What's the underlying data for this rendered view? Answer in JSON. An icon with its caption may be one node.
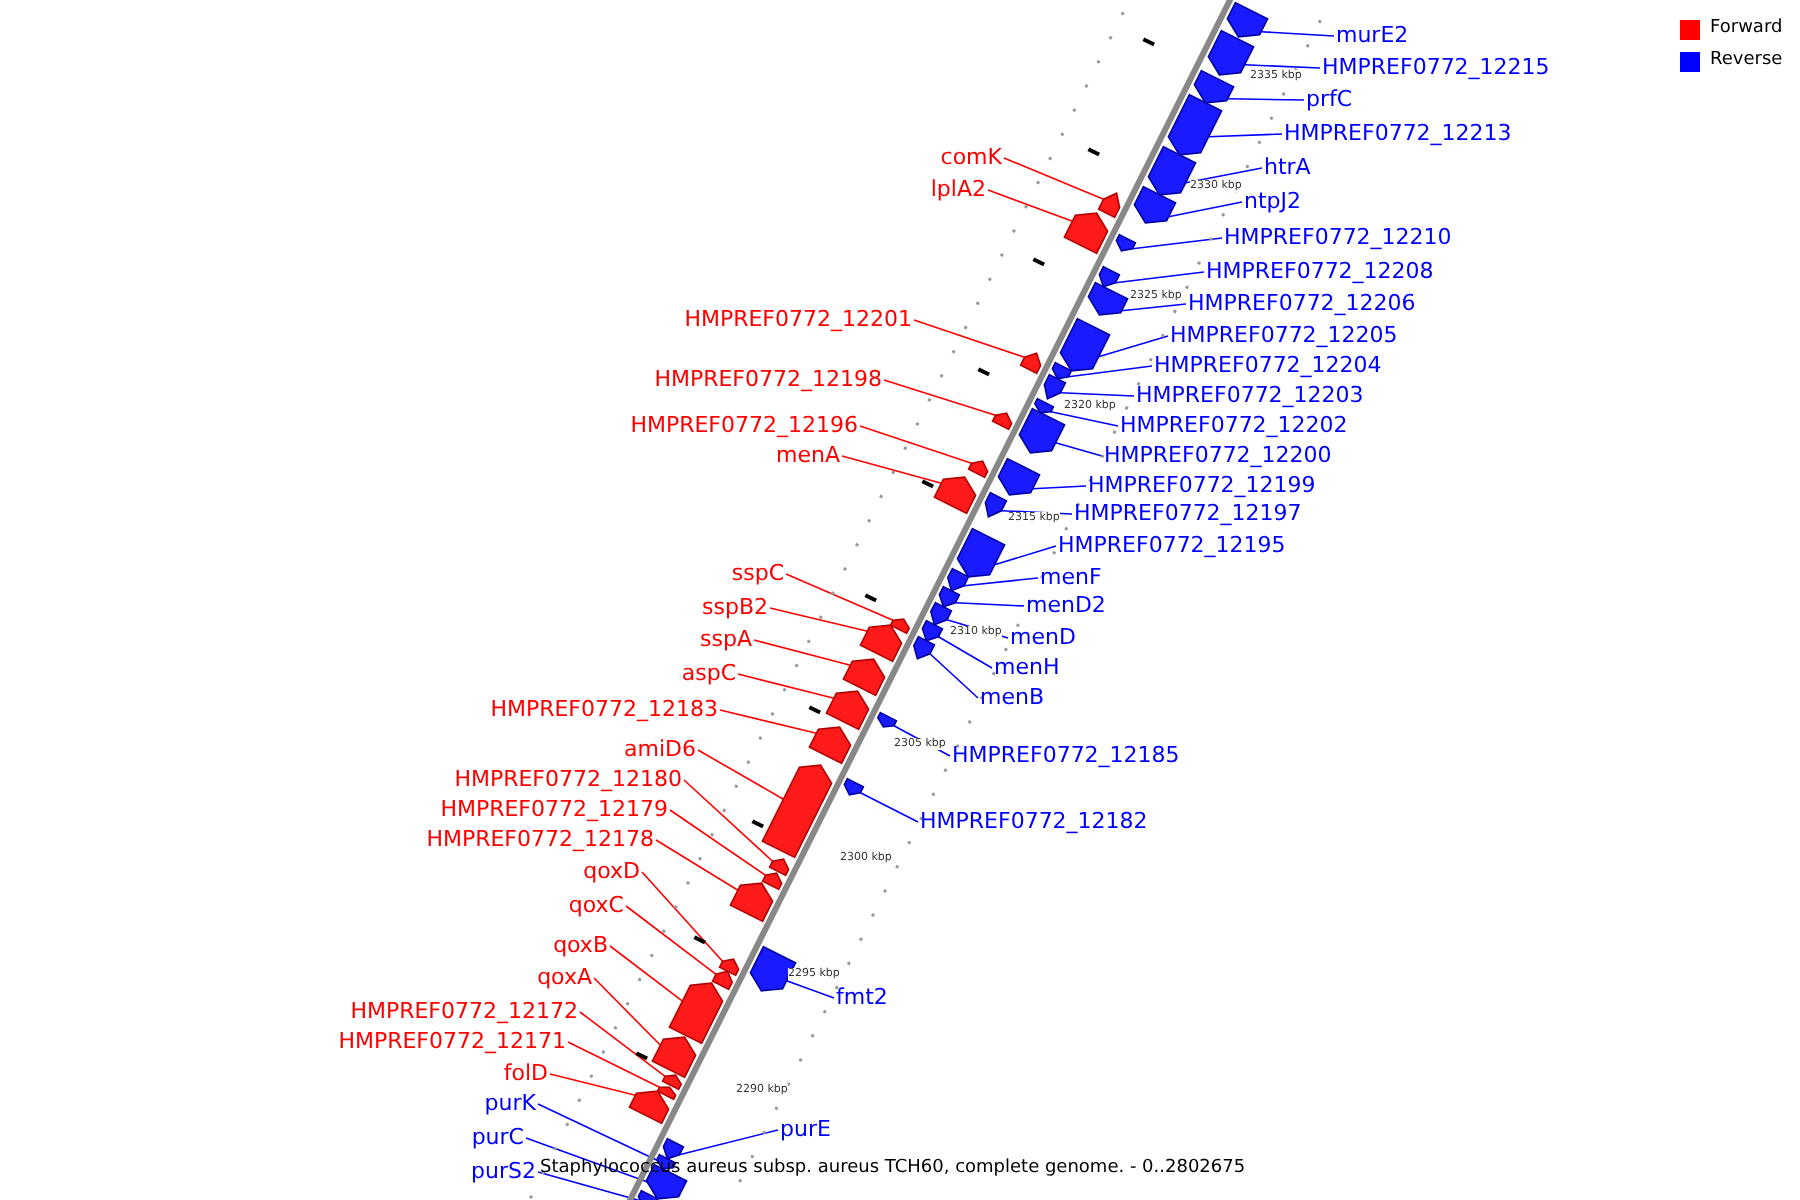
{
  "diagram": {
    "caption": "Staphylococcus aureus subsp. aureus TCH60, complete genome. - 0..2802675",
    "nodes": [
      {
        "text": [
          "murE2"
        ]
      },
      {
        "text": [],
        "shape": "arrow"
      },
      {
        "text": [
          "HMPREF0772_12215"
        ]
      },
      {
        "text": [],
        "shape": "arrow"
      },
      {
        "text": [
          "prfC"
        ]
      },
      {
        "text": [],
        "shape": "arrow"
      },
      {
        "text": [
          "HMPREF0772_12213"
        ]
      },
      {
        "text": [],
        "shape": "arrow"
      },
      {
        "text": [
          "comK"
        ]
      },
      {
        "text": [],
        "shape": "arrow"
      },
      {
        "text": [
          "htrA"
        ]
      },
      {
        "text": [],
        "shape": "arrow"
      },
      {
        "text": [
          "lplA2"
        ]
      },
      {
        "text": [],
        "shape": "arrow"
      },
      {
        "text": [
          "ntpJ2"
        ]
      },
      {
        "text": [],
        "shape": "arrow"
      },
      {
        "text": [
          "HMPREF0772_12210"
        ]
      },
      {
        "text": [],
        "shape": "arrow"
      },
      {
        "text": [
          "HMPREF0772_12208"
        ]
      },
      {
        "text": [],
        "shape": "arrow"
      },
      {
        "text": [
          "HMPREF0772_12206"
        ]
      },
      {
        "text": [],
        "shape": "arrow"
      },
      {
        "text": [
          "HMPREF0772_12201"
        ]
      },
      {
        "text": [],
        "shape": "arrow"
      },
      {
        "text": [
          "HMPREF0772_12205"
        ]
      },
      {
        "text": [],
        "shape": "arrow"
      },
      {
        "text": [
          "HMPREF0772_12204"
        ]
      },
      {
        "text": [],
        "shape": "arrow"
      },
      {
        "text": [
          "HMPREF0772_12198"
        ]
      },
      {
        "text": [],
        "shape": "arrow"
      },
      {
        "text": [
          "HMPREF0772_12203"
        ]
      },
      {
        "text": [],
        "shape": "arrow"
      },
      {
        "text": [
          "HMPREF0772_12196"
        ]
      },
      {
        "text": [],
        "shape": "arrow"
      },
      {
        "text": [
          "HMPREF0772_12202"
        ]
      },
      {
        "text": [],
        "shape": "arrow"
      },
      {
        "text": [
          "menA"
        ]
      },
      {
        "text": [],
        "shape": "arrow"
      },
      {
        "text": [
          "HMPREF0772_12200"
        ]
      },
      {
        "text": [],
        "shape": "arrow"
      },
      {
        "text": [
          "HMPREF0772_12199"
        ]
      },
      {
        "text": [],
        "shape": "arrow"
      },
      {
        "text": [
          "HMPREF0772_12197"
        ]
      },
      {
        "text": [],
        "shape": "arrow"
      },
      {
        "text": [
          "HMPREF0772_12195"
        ]
      },
      {
        "text": [],
        "shape": "arrow"
      },
      {
        "text": [
          "sspC"
        ]
      },
      {
        "text": [],
        "shape": "arrow"
      },
      {
        "text": [
          "menF"
        ]
      },
      {
        "text": [],
        "shape": "arrow"
      },
      {
        "text": [
          "sspB2"
        ]
      },
      {
        "text": [],
        "shape": "arrow"
      },
      {
        "text": [
          "menD2"
        ]
      },
      {
        "text": [],
        "shape": "arrow"
      },
      {
        "text": [
          "sspA"
        ]
      },
      {
        "text": [],
        "shape": "arrow"
      },
      {
        "text": [
          "menD"
        ]
      },
      {
        "text": [],
        "shape": "arrow"
      },
      {
        "text": [
          "menH"
        ]
      },
      {
        "text": [],
        "shape": "arrow"
      },
      {
        "text": [
          "aspC"
        ]
      },
      {
        "text": [],
        "shape": "arrow"
      },
      {
        "text": [
          "menB"
        ]
      },
      {
        "text": [],
        "shape": "arrow"
      },
      {
        "text": [
          "HMPREF0772_12183"
        ]
      },
      {
        "text": [],
        "shape": "arrow"
      },
      {
        "text": [
          "amiD6"
        ]
      },
      {
        "text": [],
        "shape": "arrow"
      },
      {
        "text": [
          "HMPREF0772_12185"
        ]
      },
      {
        "text": [],
        "shape": "arrow"
      },
      {
        "text": [
          "HMPREF0772_12180"
        ]
      },
      {
        "text": [],
        "shape": "arrow"
      },
      {
        "text": [
          "HMPREF0772_12179"
        ]
      },
      {
        "text": [],
        "shape": "arrow"
      },
      {
        "text": [
          "HMPREF0772_12182"
        ]
      },
      {
        "text": [],
        "shape": "arrow"
      },
      {
        "text": [
          "HMPREF0772_12178"
        ]
      },
      {
        "text": [],
        "shape": "arrow"
      },
      {
        "text": [
          "qoxD"
        ]
      },
      {
        "text": [],
        "shape": "arrow"
      },
      {
        "text": [
          "qoxC"
        ]
      },
      {
        "text": [],
        "shape": "arrow"
      },
      {
        "text": [
          "qoxB"
        ]
      },
      {
        "text": [],
        "shape": "arrow"
      },
      {
        "text": [
          "qoxA"
        ]
      },
      {
        "text": [],
        "shape": "arrow"
      },
      {
        "text": [
          "fmt2"
        ]
      },
      {
        "text": [],
        "shape": "arrow"
      },
      {
        "text": [
          "HMPREF0772_12172"
        ]
      },
      {
        "text": [],
        "shape": "arrow"
      },
      {
        "text": [
          "HMPREF0772_12171"
        ]
      },
      {
        "text": [],
        "shape": "arrow"
      },
      {
        "text": [
          "folD"
        ]
      },
      {
        "text": [],
        "shape": "arrow"
      },
      {
        "text": [
          "purK"
        ]
      },
      {
        "text": [],
        "shape": "arrow"
      },
      {
        "text": [
          "purE"
        ]
      },
      {
        "text": [],
        "shape": "arrow"
      },
      {
        "text": [
          "purC"
        ]
      },
      {
        "text": [],
        "shape": "arrow"
      },
      {
        "text": [
          "purS2"
        ]
      },
      {
        "text": [],
        "shape": "arrow"
      }
    ],
    "edges": [
      {
        "from": 0,
        "to": 1,
        "arrow": "none"
      },
      {
        "from": 2,
        "to": 3,
        "arrow": "none"
      },
      {
        "from": 4,
        "to": 5,
        "arrow": "none"
      },
      {
        "from": 6,
        "to": 7,
        "arrow": "none"
      },
      {
        "from": 8,
        "to": 9,
        "arrow": "none",
        "color": "#ff0000"
      },
      {
        "from": 10,
        "to": 11,
        "arrow": "none"
      },
      {
        "from": 12,
        "to": 13,
        "arrow": "none",
        "color": "#ff0000"
      },
      {
        "from": 14,
        "to": 15,
        "arrow": "none"
      },
      {
        "from": 16,
        "to": 17,
        "arrow": "none"
      },
      {
        "from": 18,
        "to": 19,
        "arrow": "none"
      },
      {
        "from": 20,
        "to": 21,
        "arrow": "none"
      },
      {
        "from": 22,
        "to": 23,
        "arrow": "none",
        "color": "#ff0000"
      },
      {
        "from": 24,
        "to": 25,
        "arrow": "none"
      },
      {
        "from": 26,
        "to": 27,
        "arrow": "none"
      },
      {
        "from": 28,
        "to": 29,
        "arrow": "none",
        "color": "#ff0000"
      },
      {
        "from": 30,
        "to": 31,
        "arrow": "none"
      },
      {
        "from": 32,
        "to": 33,
        "arrow": "none",
        "color": "#ff0000"
      },
      {
        "from": 34,
        "to": 35,
        "arrow": "none"
      },
      {
        "from": 36,
        "to": 37,
        "arrow": "none",
        "color": "#ff0000"
      },
      {
        "from": 38,
        "to": 39,
        "arrow": "none"
      },
      {
        "from": 40,
        "to": 41,
        "arrow": "none"
      },
      {
        "from": 42,
        "to": 43,
        "arrow": "none"
      },
      {
        "from": 44,
        "to": 45,
        "arrow": "none"
      },
      {
        "from": 46,
        "to": 47,
        "arrow": "none",
        "color": "#ff0000"
      },
      {
        "from": 48,
        "to": 49,
        "arrow": "none"
      },
      {
        "from": 50,
        "to": 51,
        "arrow": "none",
        "color": "#ff0000"
      },
      {
        "from": 52,
        "to": 53,
        "arrow": "none"
      },
      {
        "from": 54,
        "to": 55,
        "arrow": "none",
        "color": "#ff0000"
      },
      {
        "from": 56,
        "to": 57,
        "arrow": "none"
      },
      {
        "from": 58,
        "to": 59,
        "arrow": "none"
      },
      {
        "from": 60,
        "to": 61,
        "arrow": "none",
        "color": "#ff0000"
      },
      {
        "from": 62,
        "to": 63,
        "arrow": "none"
      },
      {
        "from": 64,
        "to": 65,
        "arrow": "none",
        "color": "#ff0000"
      },
      {
        "from": 66,
        "to": 67,
        "arrow": "none",
        "color": "#ff0000"
      },
      {
        "from": 68,
        "to": 69,
        "arrow": "none"
      },
      {
        "from": 70,
        "to": 71,
        "arrow": "none",
        "color": "#ff0000"
      },
      {
        "from": 72,
        "to": 73,
        "arrow": "none",
        "color": "#ff0000"
      },
      {
        "from": 74,
        "to": 75,
        "arrow": "none"
      },
      {
        "from": 76,
        "to": 77,
        "arrow": "none",
        "color": "#ff0000"
      },
      {
        "from": 78,
        "to": 79,
        "arrow": "none",
        "color": "#ff0000"
      },
      {
        "from": 80,
        "to": 81,
        "arrow": "none",
        "color": "#ff0000"
      },
      {
        "from": 82,
        "to": 83,
        "arrow": "none",
        "color": "#ff0000"
      },
      {
        "from": 84,
        "to": 85,
        "arrow": "none",
        "color": "#ff0000"
      },
      {
        "from": 86,
        "to": 87,
        "arrow": "none"
      },
      {
        "from": 88,
        "to": 89,
        "arrow": "none",
        "color": "#ff0000"
      },
      {
        "from": 90,
        "to": 91,
        "arrow": "none",
        "color": "#ff0000"
      },
      {
        "from": 92,
        "to": 93,
        "arrow": "none",
        "color": "#ff0000"
      },
      {
        "from": 94,
        "to": 95,
        "arrow": "none"
      },
      {
        "from": 96,
        "to": 97,
        "arrow": "none"
      },
      {
        "from": 98,
        "to": 99,
        "arrow": "none"
      },
      {
        "from": 100,
        "to": 101,
        "arrow": "none"
      }
    ],
    "labels": [
      "2335 kbp",
      "2330 kbp",
      "2325 kbp",
      "2320 kbp",
      "2315 kbp",
      "2310 kbp",
      "2305 kbp",
      "2300 kbp",
      "2295 kbp",
      "2290 kbp"
    ],
    "legend": [
      {
        "text": "Forward",
        "color": "#ff0000"
      },
      {
        "text": "Reverse",
        "color": "#0000ff"
      }
    ]
  }
}
